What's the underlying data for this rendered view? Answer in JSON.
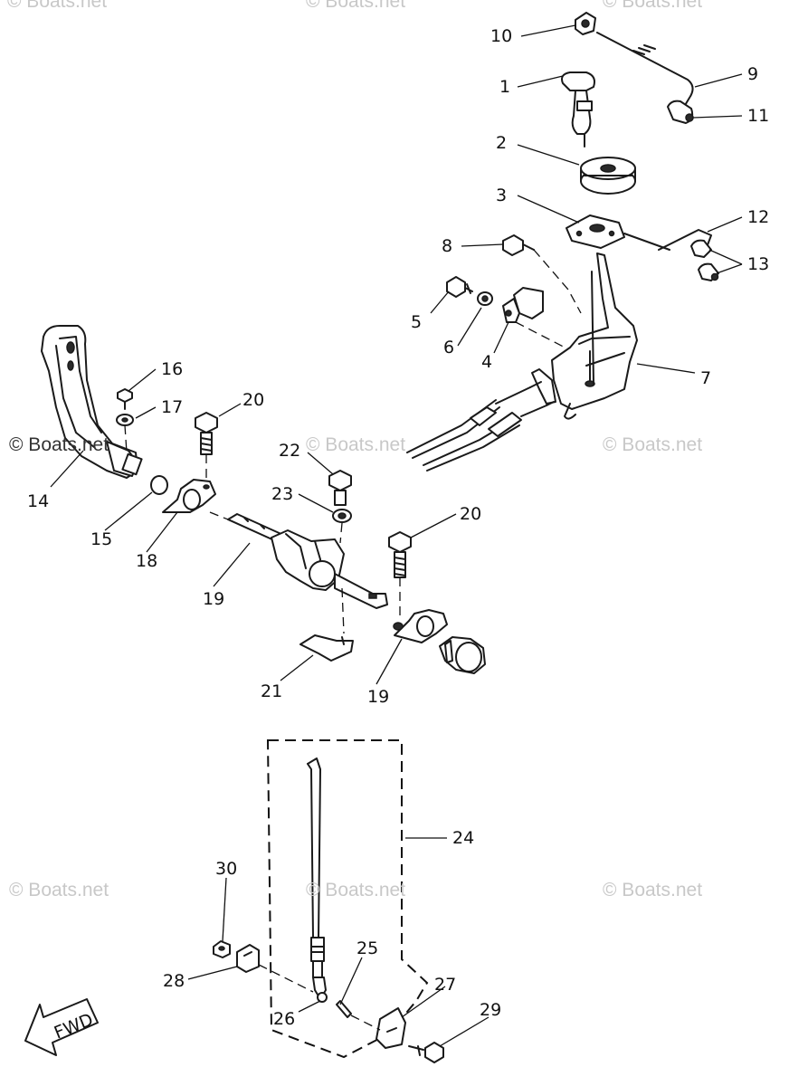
{
  "watermark": {
    "text": "© Boats.net"
  },
  "direction_arrow": {
    "label": "FWD"
  },
  "callouts": [
    "1",
    "2",
    "3",
    "4",
    "5",
    "6",
    "7",
    "8",
    "9",
    "10",
    "11",
    "12",
    "13",
    "14",
    "15",
    "16",
    "17",
    "18",
    "19",
    "19",
    "20",
    "20",
    "21",
    "22",
    "23",
    "24",
    "25",
    "26",
    "27",
    "28",
    "29",
    "30"
  ]
}
